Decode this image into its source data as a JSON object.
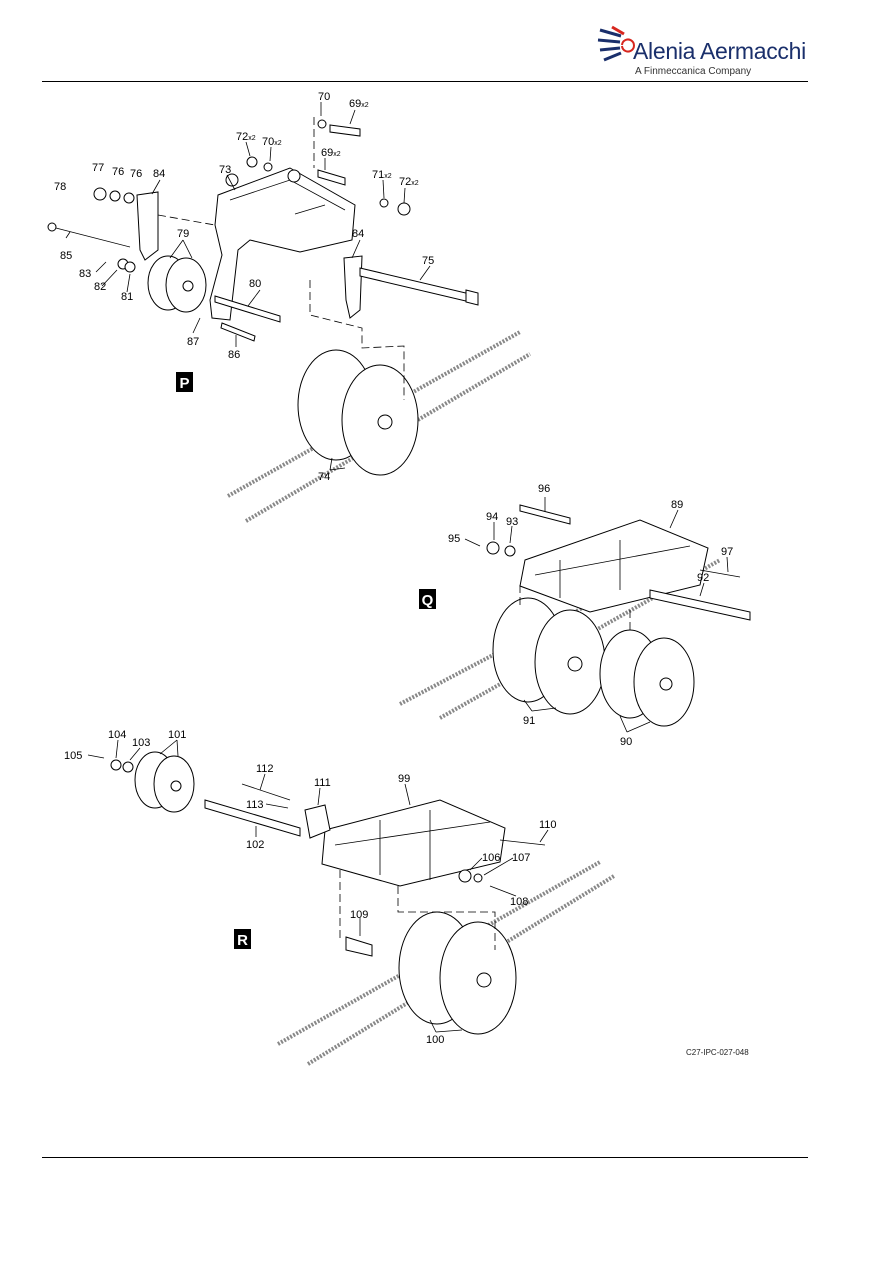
{
  "header": {
    "brand_name": "Alenia Aermacchi",
    "tagline": "A Finmeccanica Company",
    "brand_color": "#1a2f6b",
    "logo_accent_color": "#d7261e",
    "logo_icon": "swoosh-logo-icon"
  },
  "figure_id": "C27-IPC-027-048",
  "views": [
    {
      "letter": "P"
    },
    {
      "letter": "Q"
    },
    {
      "letter": "R"
    }
  ],
  "callouts": {
    "c69": {
      "num": "69",
      "qty": "x2"
    },
    "c69b": {
      "num": "69",
      "qty": "x2"
    },
    "c70": {
      "num": "70",
      "qty": ""
    },
    "c70b": {
      "num": "70",
      "qty": "x2"
    },
    "c71": {
      "num": "71",
      "qty": "x2"
    },
    "c72": {
      "num": "72",
      "qty": "x2"
    },
    "c72b": {
      "num": "72",
      "qty": "x2"
    },
    "c73": {
      "num": "73"
    },
    "c74": {
      "num": "74"
    },
    "c75": {
      "num": "75"
    },
    "c76": {
      "num": "76"
    },
    "c76b": {
      "num": "76"
    },
    "c77": {
      "num": "77"
    },
    "c78": {
      "num": "78"
    },
    "c79": {
      "num": "79"
    },
    "c80": {
      "num": "80"
    },
    "c81": {
      "num": "81"
    },
    "c82": {
      "num": "82"
    },
    "c83": {
      "num": "83"
    },
    "c84": {
      "num": "84"
    },
    "c84b": {
      "num": "84"
    },
    "c85": {
      "num": "85"
    },
    "c86": {
      "num": "86"
    },
    "c87": {
      "num": "87"
    },
    "c89": {
      "num": "89"
    },
    "c90": {
      "num": "90"
    },
    "c91": {
      "num": "91"
    },
    "c92": {
      "num": "92"
    },
    "c93": {
      "num": "93"
    },
    "c94": {
      "num": "94"
    },
    "c95": {
      "num": "95"
    },
    "c96": {
      "num": "96"
    },
    "c97": {
      "num": "97"
    },
    "c99": {
      "num": "99"
    },
    "c100": {
      "num": "100"
    },
    "c101": {
      "num": "101"
    },
    "c102": {
      "num": "102"
    },
    "c103": {
      "num": "103"
    },
    "c104": {
      "num": "104"
    },
    "c105": {
      "num": "105"
    },
    "c106": {
      "num": "106"
    },
    "c107": {
      "num": "107"
    },
    "c108": {
      "num": "108"
    },
    "c109": {
      "num": "109"
    },
    "c110": {
      "num": "110"
    },
    "c111": {
      "num": "111"
    },
    "c112": {
      "num": "112"
    },
    "c113": {
      "num": "113"
    }
  }
}
